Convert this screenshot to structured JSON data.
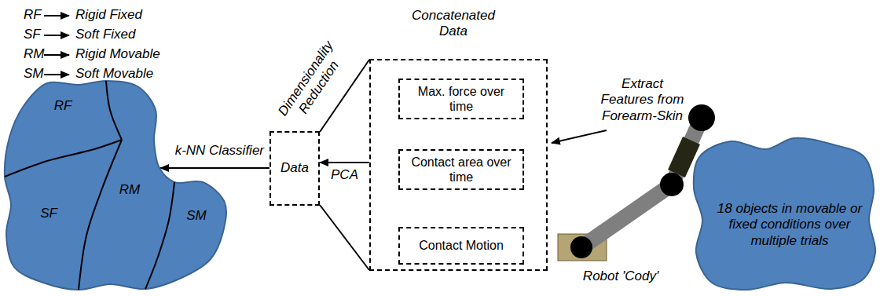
{
  "diagram": {
    "nodes": [
      {
        "text": [
          "RF",
          "SF",
          "RM",
          "SM"
        ]
      },
      {
        "text": [
          "Data"
        ]
      },
      {
        "text": [
          "Concatenated Data"
        ]
      },
      {
        "text": [
          "Max. force over time"
        ],
        "in": 2
      },
      {
        "text": [
          "Contact area over time"
        ],
        "in": 2
      },
      {
        "text": [
          "Contact Motion"
        ],
        "in": 2
      },
      {
        "text": [
          "18 objects in movable or fixed conditions over multiple trials"
        ]
      }
    ],
    "edges": [
      {
        "from": 2,
        "to": 1,
        "arrow": "to",
        "label": "PCA"
      },
      {
        "from": 1,
        "to": 0,
        "arrow": "to",
        "label": "k-NN Classifier"
      }
    ],
    "labels": [
      "RF",
      "Rigid Fixed",
      "SF",
      "Soft Fixed",
      "RM",
      "Rigid Movable",
      "SM",
      "Soft Movable",
      "Dimensionality Reduction",
      "Extract Features from Forearm-Skin",
      "Robot 'Cody'"
    ]
  }
}
